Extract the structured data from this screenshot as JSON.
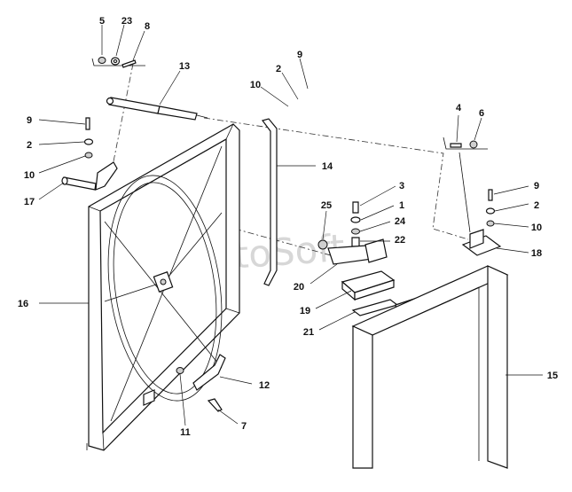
{
  "watermark": "AutoSoft",
  "callouts": [
    {
      "id": "c5",
      "label": "5"
    },
    {
      "id": "c23",
      "label": "23"
    },
    {
      "id": "c8",
      "label": "8"
    },
    {
      "id": "c13",
      "label": "13"
    },
    {
      "id": "c9a",
      "label": "9"
    },
    {
      "id": "c2a",
      "label": "2"
    },
    {
      "id": "c10a",
      "label": "10"
    },
    {
      "id": "c9b",
      "label": "9"
    },
    {
      "id": "c2b",
      "label": "2"
    },
    {
      "id": "c10b",
      "label": "10"
    },
    {
      "id": "c17",
      "label": "17"
    },
    {
      "id": "c4",
      "label": "4"
    },
    {
      "id": "c6",
      "label": "6"
    },
    {
      "id": "c14",
      "label": "14"
    },
    {
      "id": "c3",
      "label": "3"
    },
    {
      "id": "c1",
      "label": "1"
    },
    {
      "id": "c24",
      "label": "24"
    },
    {
      "id": "c25",
      "label": "25"
    },
    {
      "id": "c22",
      "label": "22"
    },
    {
      "id": "c9c",
      "label": "9"
    },
    {
      "id": "c2c",
      "label": "2"
    },
    {
      "id": "c10c",
      "label": "10"
    },
    {
      "id": "c18",
      "label": "18"
    },
    {
      "id": "c16",
      "label": "16"
    },
    {
      "id": "c20",
      "label": "20"
    },
    {
      "id": "c19",
      "label": "19"
    },
    {
      "id": "c21",
      "label": "21"
    },
    {
      "id": "c15",
      "label": "15"
    },
    {
      "id": "c12",
      "label": "12"
    },
    {
      "id": "c11",
      "label": "11"
    },
    {
      "id": "c7",
      "label": "7"
    }
  ]
}
